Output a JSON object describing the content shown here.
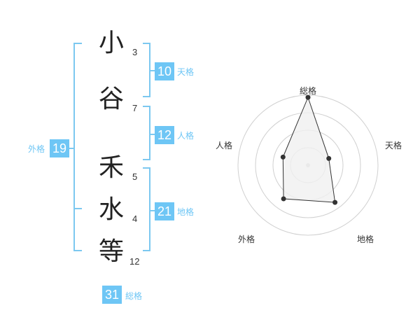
{
  "name": {
    "characters": [
      {
        "char": "小",
        "strokes": "3"
      },
      {
        "char": "谷",
        "strokes": "7"
      },
      {
        "char": "禾",
        "strokes": "5"
      },
      {
        "char": "水",
        "strokes": "4"
      },
      {
        "char": "等",
        "strokes": "12"
      }
    ]
  },
  "fortunes": {
    "tenkaku": {
      "value": "10",
      "label": "天格"
    },
    "jinkaku": {
      "value": "12",
      "label": "人格"
    },
    "chikaku": {
      "value": "21",
      "label": "地格"
    },
    "gaikaku": {
      "value": "19",
      "label": "外格"
    },
    "soukaku": {
      "value": "31",
      "label": "総格"
    }
  },
  "colors": {
    "accent": "#6ec6f5",
    "bracket": "#7cc8f0",
    "radar_fill": "#f0f0f0",
    "radar_line": "#333333"
  },
  "chart_data": {
    "type": "radar",
    "axes": [
      "総格",
      "天格",
      "地格",
      "外格",
      "人格"
    ],
    "values": [
      31,
      10,
      21,
      19,
      12
    ],
    "rings": 4
  }
}
